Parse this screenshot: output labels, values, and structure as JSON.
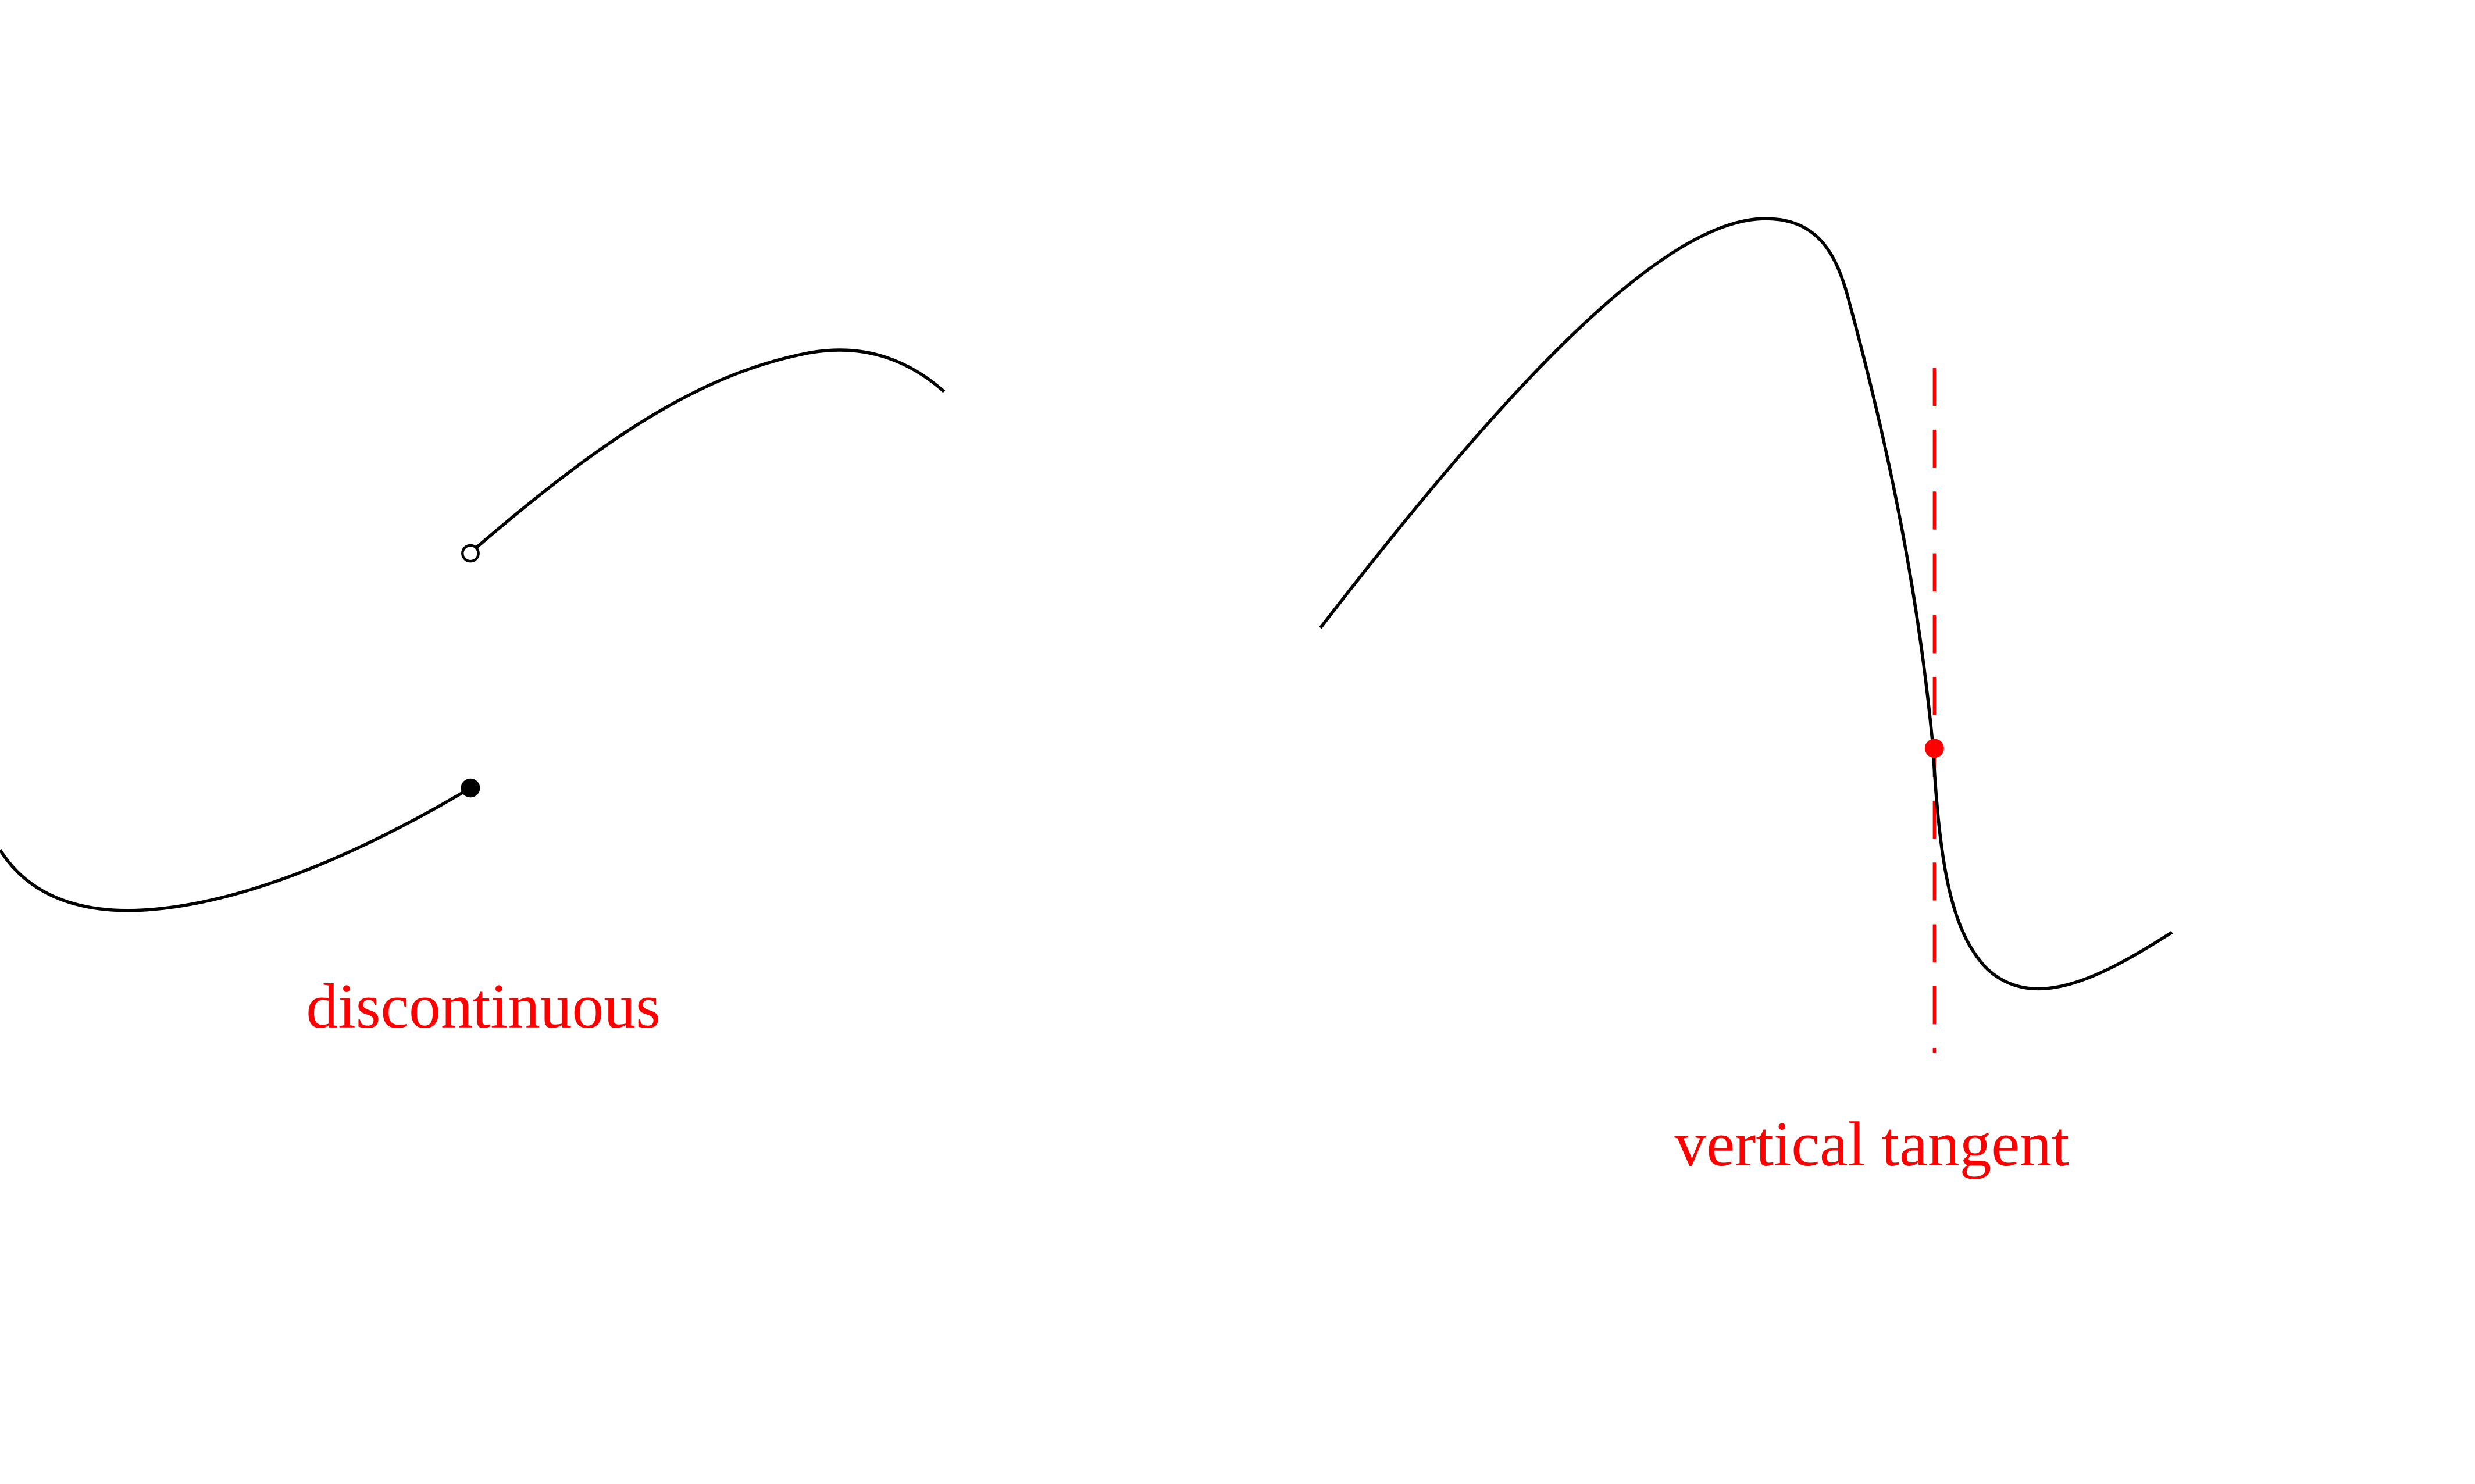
{
  "panels": {
    "left": {
      "caption": "discontinuous",
      "caption_color": "#ff0000"
    },
    "right": {
      "caption": "vertical tangent",
      "caption_color": "#ff0000"
    }
  },
  "colors": {
    "curve": "#000000",
    "highlight": "#ff0000",
    "background": "#ffffff"
  },
  "markers": {
    "open_point": "open-circle",
    "closed_point": "filled-circle",
    "tangent_point": "filled-circle",
    "tangent_line": "dashed-vertical-line"
  }
}
